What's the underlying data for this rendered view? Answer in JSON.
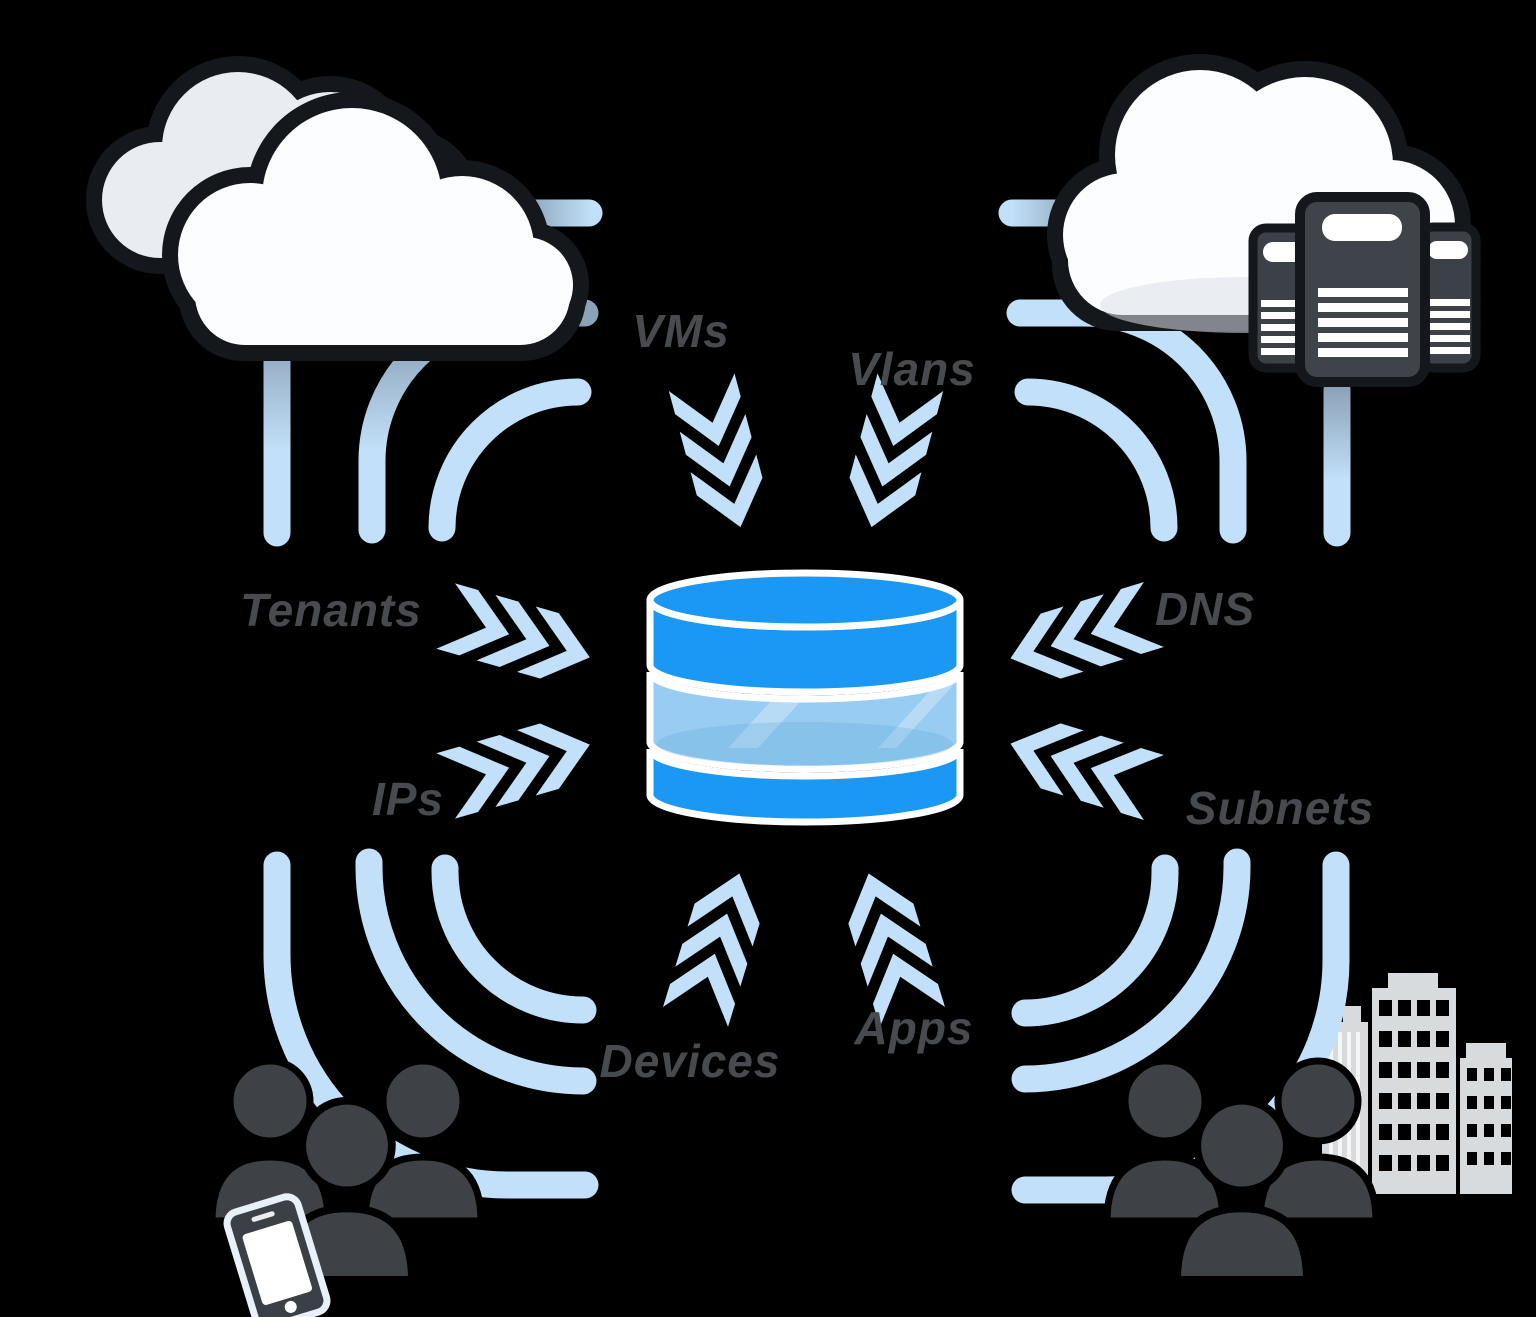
{
  "diagram": {
    "background_color": "#000000",
    "labels": {
      "vms": "VMs",
      "vlans": "Vlans",
      "tenants": "Tenants",
      "dns": "DNS",
      "ips": "IPs",
      "subnets": "Subnets",
      "devices": "Devices",
      "apps": "Apps"
    },
    "colors": {
      "flow_blue": "#C2E0F9",
      "flow_fade_gray": "#8CA2B8",
      "database_blue": "#1B97F4",
      "database_translucent_band": "#98CCF2",
      "database_stroke": "#FFFFFF",
      "label_text": "#474A4E",
      "silhouette_dark": "#3E4246",
      "server_dark": "#3F444A",
      "building_gray": "#D8DBDE",
      "cloud_white": "#FCFDFF",
      "cloud_back_gray": "#E9EDF2",
      "halo_dark": "#14181D"
    },
    "icons": {
      "top_left": "cloud-icon",
      "top_right": "cloud-with-servers-icon",
      "center": "database-icon",
      "bottom_left": "user-group-with-phone-icon",
      "bottom_right": "user-group-with-buildings-icon",
      "flows": "triple-chevron-arrow-icon",
      "links": "signal-arc-lines"
    }
  }
}
